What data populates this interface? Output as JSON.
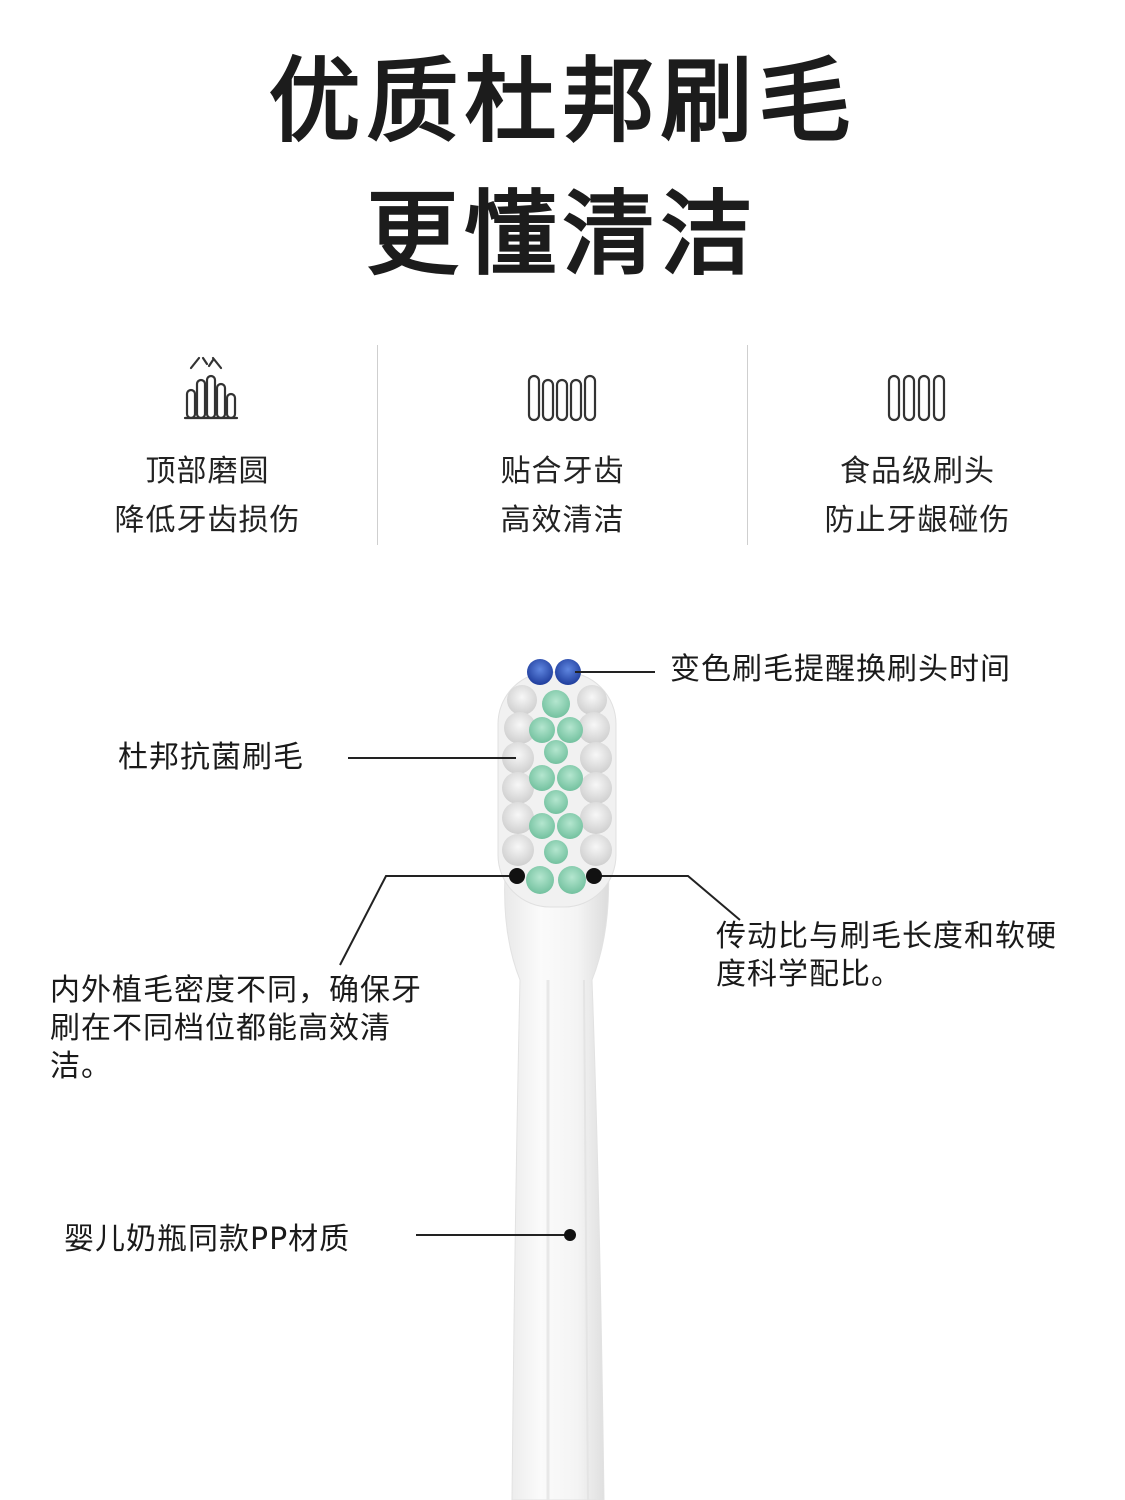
{
  "heading": {
    "line1": "优质杜邦刷毛",
    "line2": "更懂清洁"
  },
  "features": [
    {
      "icon": "rounded-bristle-icon",
      "line1": "顶部磨圆",
      "line2": "降低牙齿损伤"
    },
    {
      "icon": "bristle-fit-icon",
      "line1": "贴合牙齿",
      "line2": "高效清洁"
    },
    {
      "icon": "food-grade-head-icon",
      "line1": "食品级刷头",
      "line2": "防止牙龈碰伤"
    }
  ],
  "callouts": {
    "color_change": "变色刷毛提醒换刷头时间",
    "dupont": "杜邦抗菌刷毛",
    "density": "内外植毛密度不同，确保牙刷在不同档位都能高效清洁。",
    "ratio": "传动比与刷毛长度和软硬度科学配比。",
    "material": "婴儿奶瓶同款PP材质"
  },
  "colors": {
    "title": "#1c1c1c",
    "text": "#1a1a1a",
    "divider": "#cfcfcf",
    "bristle_green": "#8ed1b4",
    "bristle_white": "#e6e6e6",
    "bristle_blue": "#2b4fb8",
    "handle": "#f3f3f3"
  }
}
